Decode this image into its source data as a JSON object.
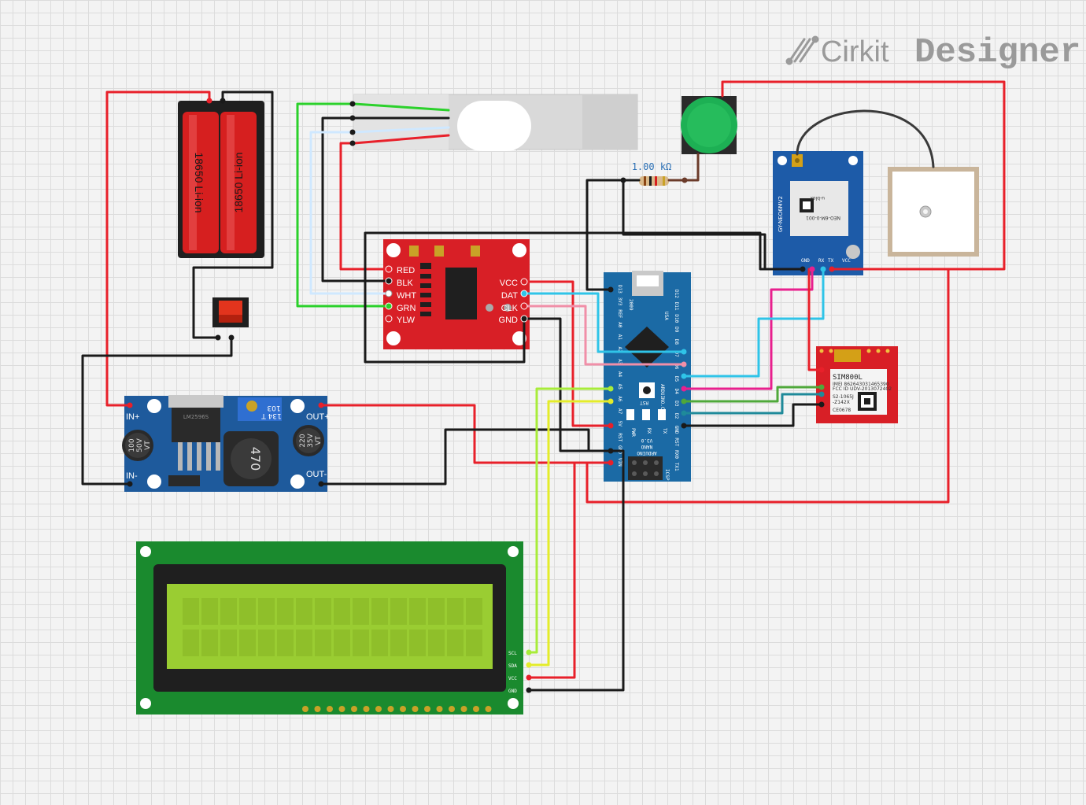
{
  "brand": {
    "name_part1": "Cirkit",
    "name_part2": "Designer"
  },
  "battery": {
    "cell1_label": "18650 Li-ion",
    "cell2_label": "18650 Li-ion"
  },
  "resistor": {
    "value_label": "1.00 kΩ"
  },
  "hx711": {
    "left_pins": [
      "RED",
      "BLK",
      "WHT",
      "GRN",
      "YLW"
    ],
    "right_pins": [
      "VCC",
      "DAT",
      "CLK",
      "GND"
    ]
  },
  "buck_converter": {
    "in_plus": "IN+",
    "in_minus": "IN-",
    "out_plus": "OUT+",
    "out_minus": "OUT-",
    "cap1_value": "100",
    "cap1_rating": "50V",
    "cap1_type": "VT",
    "cap2_value": "220",
    "cap2_rating": "35V",
    "cap2_type": "VT",
    "inductor_value": "470",
    "pot_code": "103",
    "pot_code2": "134 T",
    "ic_label": "LM2596S"
  },
  "arduino": {
    "top_pins": [
      "D12",
      "D11",
      "D10",
      "D9",
      "D8",
      "D7",
      "D6",
      "D5",
      "D4",
      "D3",
      "D2",
      "GND",
      "RST",
      "RX0",
      "TX1"
    ],
    "bottom_pins": [
      "D13",
      "3V3",
      "REF",
      "A0",
      "A1",
      "A2",
      "A3",
      "A4",
      "A5",
      "A6",
      "A7",
      "5V",
      "RST",
      "GND",
      "VIN"
    ],
    "label_rst": "RST",
    "label_pwr": "PWR",
    "label_rx": "RX",
    "label_tx": "TX",
    "label_version": "V3.0",
    "label_nano": "NANO",
    "label_arduino": "ARDUINO",
    "label_usa": "USA",
    "label_year": "2009",
    "label_icsp": "ICSP",
    "label_cc": "ARDUINO.CC"
  },
  "gps": {
    "board_label": "GY-NEO6MV2",
    "module_label": "NEO-6M-0-001",
    "brand": "u-blox",
    "pins": [
      "GND",
      "RX",
      "TX",
      "VCC"
    ]
  },
  "gsm": {
    "title": "SIM800L",
    "imei": "IMEI 862643031465390",
    "fcc": "FCC ID UDV-2013072402",
    "model1": "S2-1065J",
    "model2": "-Z142X",
    "ce": "CE0678"
  },
  "lcd": {
    "pins": [
      "SCL",
      "SDA",
      "VCC",
      "GND"
    ]
  }
}
